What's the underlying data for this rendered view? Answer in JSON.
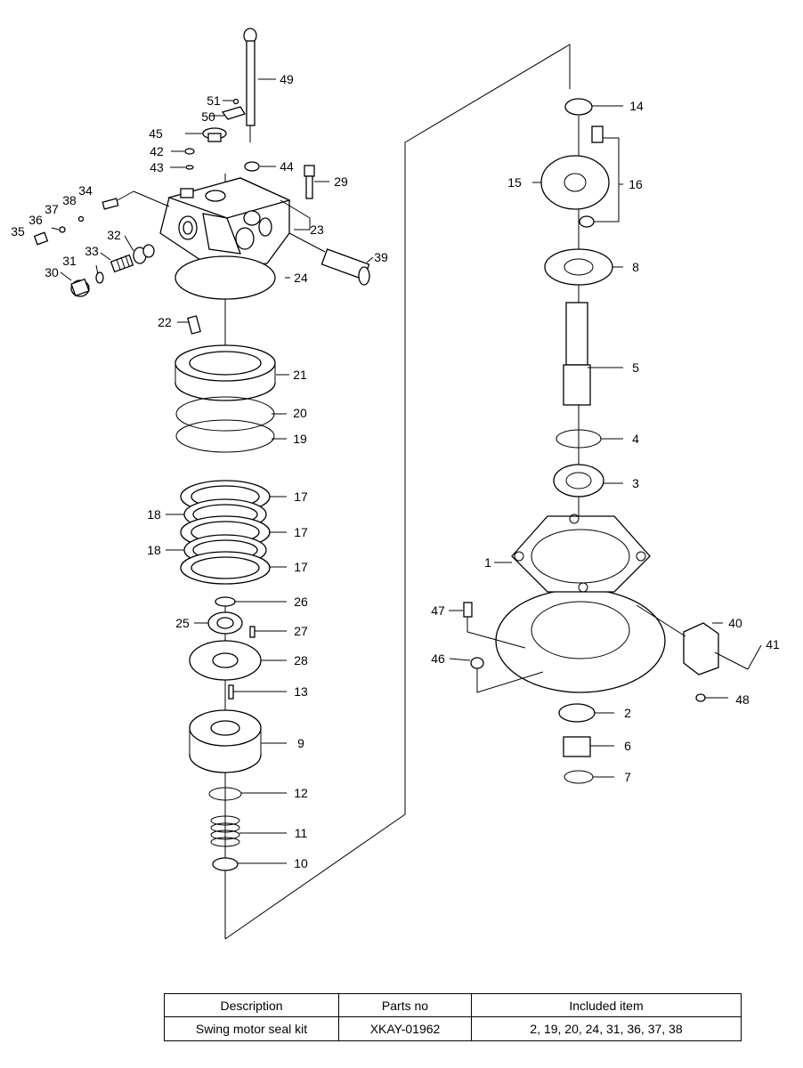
{
  "diagram": {
    "callouts": [
      "1",
      "2",
      "3",
      "4",
      "5",
      "6",
      "7",
      "8",
      "9",
      "10",
      "11",
      "12",
      "13",
      "14",
      "15",
      "16",
      "17",
      "18",
      "19",
      "20",
      "21",
      "22",
      "23",
      "24",
      "25",
      "26",
      "27",
      "28",
      "29",
      "30",
      "31",
      "32",
      "33",
      "34",
      "35",
      "36",
      "37",
      "38",
      "39",
      "40",
      "41",
      "42",
      "43",
      "44",
      "45",
      "46",
      "47",
      "48",
      "49",
      "50",
      "51"
    ]
  },
  "table": {
    "headers": [
      "Description",
      "Parts no",
      "Included item"
    ],
    "rows": [
      [
        "Swing motor seal kit",
        "XKAY-01962",
        "2, 19, 20, 24, 31, 36, 37, 38"
      ]
    ]
  }
}
